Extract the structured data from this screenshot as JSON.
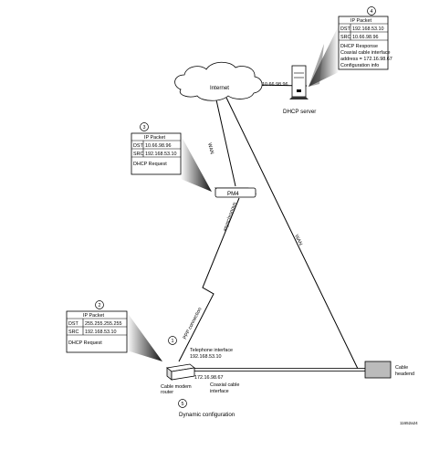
{
  "internet": {
    "label": "Internet"
  },
  "pm4": {
    "label": "PM4"
  },
  "dhcp_server": {
    "label": "DHCP server",
    "address": "10.66.98.96"
  },
  "links": {
    "wan_left": "WAN",
    "wan_right": "WAN",
    "async": "asynchronous",
    "ppp": "PPP connection"
  },
  "callouts": {
    "c1": "1",
    "c2": "2",
    "c3": "3",
    "c4": "4",
    "c5": "5"
  },
  "packet2": {
    "title": "IP Packet",
    "dst_label": "DST",
    "dst": "255.255.255.255",
    "src_label": "SRC",
    "src": "192.168.53.10",
    "note": "DHCP Request"
  },
  "packet3": {
    "title": "IP Packet",
    "dst_label": "DST",
    "dst": "10.66.98.96",
    "src_label": "SRC",
    "src": "192.168.53.10",
    "note": "DHCP Request"
  },
  "packet4": {
    "title": "IP Packet",
    "dst_label": "DST",
    "dst": "192.168.53.10",
    "src_label": "SRC",
    "src": "10.66.98.96",
    "notes": [
      "DHCP Response",
      "Coaxial cable interface",
      "address = 172.16.98.67",
      "Configuration info"
    ]
  },
  "modem": {
    "label1": "Cable modem",
    "label2": "router",
    "tel_label": "Telephone interface",
    "tel_addr": "192.168.53.10",
    "coax_addr": "172.16.98.67",
    "coax_label1": "Coaxial cable",
    "coax_label2": "interface",
    "dynamic": "Dynamic configuration"
  },
  "headend": {
    "label1": "Cable",
    "label2": "headend"
  },
  "figure_id": "11652a24"
}
